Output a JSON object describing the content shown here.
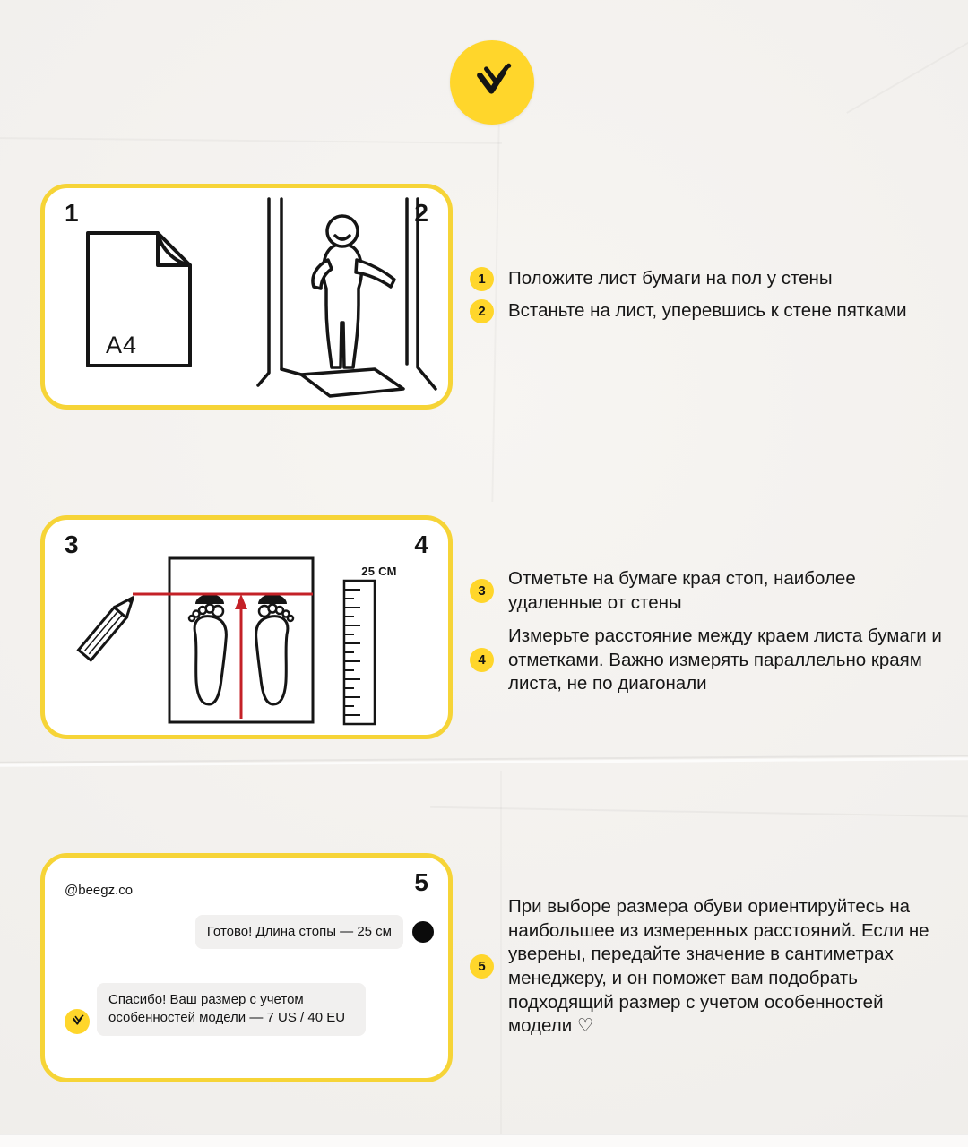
{
  "colors": {
    "accent_yellow": "#FFD62B",
    "panel_border_yellow": "#F6D437",
    "ink": "#141414",
    "measure_red": "#C42127",
    "paper_bg": "#F2F0ED",
    "bubble_bg": "#F1F0EF"
  },
  "icons": {
    "logo": "bee-logo-icon",
    "user_avatar": "black-dot-avatar",
    "bot_avatar": "bee-avatar-icon"
  },
  "panel1": {
    "num_left": "1",
    "num_right": "2",
    "a4_label": "A4"
  },
  "panel2": {
    "num_left": "3",
    "num_right": "4",
    "ruler_label": "25 СМ"
  },
  "panel3": {
    "handle": "@beegz.co",
    "num_right": "5",
    "messages": [
      {
        "side": "right",
        "text": "Готово! Длина стопы — 25 см"
      },
      {
        "side": "left",
        "text": "Спасибо! Ваш размер с учетом особенностей модели — 7 US / 40 EU"
      }
    ]
  },
  "steps": [
    {
      "num": "1",
      "text": "Положите лист бумаги на пол у стены"
    },
    {
      "num": "2",
      "text": "Встаньте на лист, уперевшись к стене пятками"
    },
    {
      "num": "3",
      "text": "Отметьте на бумаге края стоп, наиболее удаленные от стены"
    },
    {
      "num": "4",
      "text": "Измерьте расстояние между краем листа бумаги и отметками. Важно измерять параллельно краям листа, не по диагонали"
    },
    {
      "num": "5",
      "text": "При выборе размера обуви ориентируйтесь на наибольшее из измеренных расстояний. Если не уверены, передайте значение в сантиметрах менеджеру, и он поможет вам подобрать подходящий размер с учетом особенностей модели ♡"
    }
  ]
}
